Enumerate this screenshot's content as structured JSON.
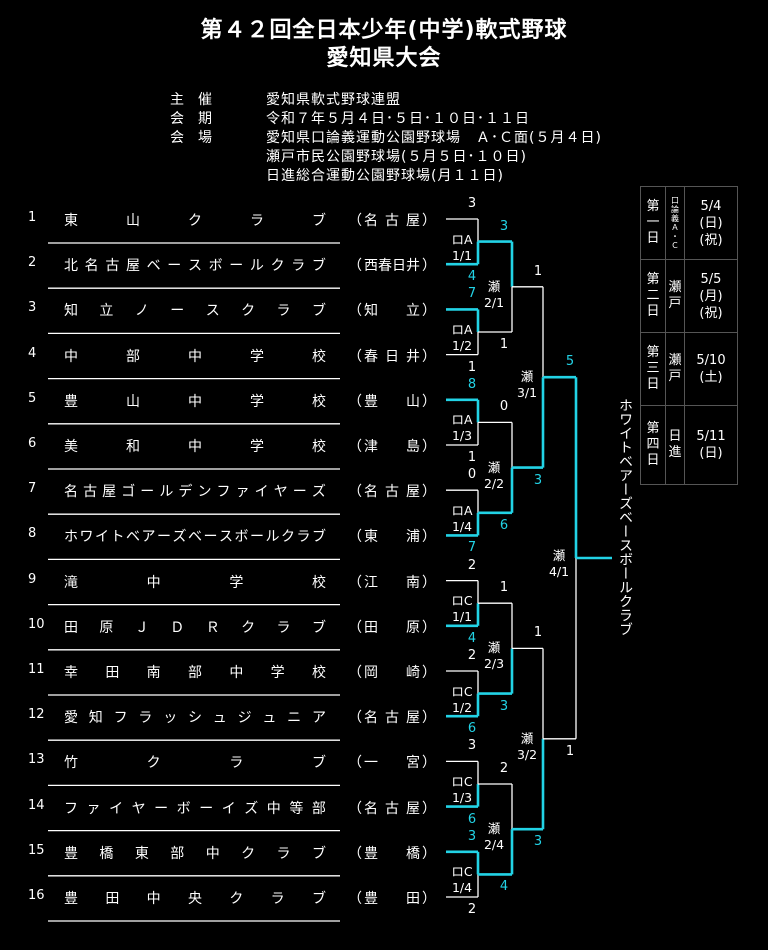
{
  "header": {
    "title_line1": "第４２回全日本少年(中学)軟式野球",
    "title_line2": "愛知県大会",
    "info": [
      {
        "label": "主　催",
        "text": "愛知県軟式野球連盟"
      },
      {
        "label": "会　期",
        "text": "令和７年５月４日･５日･１０日･１１日"
      },
      {
        "label": "会　場",
        "text": "愛知県口論義運動公園野球場　Ａ･Ｃ面(５月４日)"
      },
      {
        "label": "",
        "text": "瀬戸市民公園野球場(５月５日･１０日)"
      },
      {
        "label": "",
        "text": "日進総合運動公園野球場(月１１日)"
      }
    ]
  },
  "teams": [
    {
      "num": "1",
      "name": "東山クラブ",
      "pref": "名古屋"
    },
    {
      "num": "2",
      "name": "北名古屋ベースボールクラブ",
      "pref": "西春日井"
    },
    {
      "num": "3",
      "name": "知立ノースクラブ",
      "pref": "知立"
    },
    {
      "num": "4",
      "name": "中部中学校",
      "pref": "春日井"
    },
    {
      "num": "5",
      "name": "豊山中学校",
      "pref": "豊山"
    },
    {
      "num": "6",
      "name": "美和中学校",
      "pref": "津島"
    },
    {
      "num": "7",
      "name": "名古屋ゴールデンファイヤーズ",
      "pref": "名古屋"
    },
    {
      "num": "8",
      "name": "ホワイトベアーズベースボールクラブ",
      "pref": "東浦"
    },
    {
      "num": "9",
      "name": "滝中学校",
      "pref": "江南"
    },
    {
      "num": "10",
      "name": "田原ＪＤＲクラブ",
      "pref": "田原"
    },
    {
      "num": "11",
      "name": "幸田南部中学校",
      "pref": "岡崎"
    },
    {
      "num": "12",
      "name": "愛知フラッシュジュニア",
      "pref": "名古屋"
    },
    {
      "num": "13",
      "name": "竹クラブ",
      "pref": "一宮"
    },
    {
      "num": "14",
      "name": "ファイヤーボーイズ中等部",
      "pref": "名古屋"
    },
    {
      "num": "15",
      "name": "豊橋東部中クラブ",
      "pref": "豊橋"
    },
    {
      "num": "16",
      "name": "豊田中央クラブ",
      "pref": "豊田"
    }
  ],
  "round1": [
    {
      "venue": "ロA",
      "date": "1/1",
      "top": "3",
      "bottom": "4",
      "winner": "bottom"
    },
    {
      "venue": "ロA",
      "date": "1/2",
      "top": "7",
      "bottom": "1",
      "winner": "top"
    },
    {
      "venue": "ロA",
      "date": "1/3",
      "top": "8",
      "bottom": "1",
      "winner": "top"
    },
    {
      "venue": "ロA",
      "date": "1/4",
      "top": "0",
      "bottom": "7",
      "winner": "bottom"
    },
    {
      "venue": "ロC",
      "date": "1/1",
      "top": "2",
      "bottom": "4",
      "winner": "bottom"
    },
    {
      "venue": "ロC",
      "date": "1/2",
      "top": "2",
      "bottom": "6",
      "winner": "bottom"
    },
    {
      "venue": "ロC",
      "date": "1/3",
      "top": "3",
      "bottom": "6",
      "winner": "bottom"
    },
    {
      "venue": "ロC",
      "date": "1/4",
      "top": "3",
      "bottom": "2",
      "winner": "top"
    }
  ],
  "round2": [
    {
      "venue": "瀬",
      "date": "2/1",
      "top": "3",
      "bottom": "1",
      "winner": "top"
    },
    {
      "venue": "瀬",
      "date": "2/2",
      "top": "0",
      "bottom": "6",
      "winner": "bottom"
    },
    {
      "venue": "瀬",
      "date": "2/3",
      "top": "1",
      "bottom": "3",
      "winner": "bottom"
    },
    {
      "venue": "瀬",
      "date": "2/4",
      "top": "2",
      "bottom": "4",
      "winner": "bottom"
    }
  ],
  "round3": [
    {
      "venue": "瀬",
      "date": "3/1",
      "top": "1",
      "bottom": "3",
      "winner": "bottom"
    },
    {
      "venue": "瀬",
      "date": "3/2",
      "top": "1",
      "bottom": "3",
      "winner": "bottom"
    }
  ],
  "final": {
    "venue": "瀬",
    "date": "4/1",
    "top": "5",
    "bottom": "1",
    "winner": "top"
  },
  "champion": "ホワイトベアーズベースボールクラブ",
  "schedule": [
    {
      "day": "第一日",
      "venue": "口論義Ａ・Ｃ",
      "date": [
        "5/4",
        "(日)",
        "(祝)"
      ]
    },
    {
      "day": "第二日",
      "venue": "瀬戸",
      "date": [
        "5/5",
        "(月)",
        "(祝)"
      ]
    },
    {
      "day": "第三日",
      "venue": "瀬戸",
      "date": [
        "5/10",
        "(土)"
      ]
    },
    {
      "day": "第四日",
      "venue": "日進",
      "date": [
        "5/11",
        "(日)"
      ]
    }
  ],
  "colors": {
    "winner_line": "#22d3e6",
    "loser_line": "#ffffff",
    "background": "#000000"
  }
}
